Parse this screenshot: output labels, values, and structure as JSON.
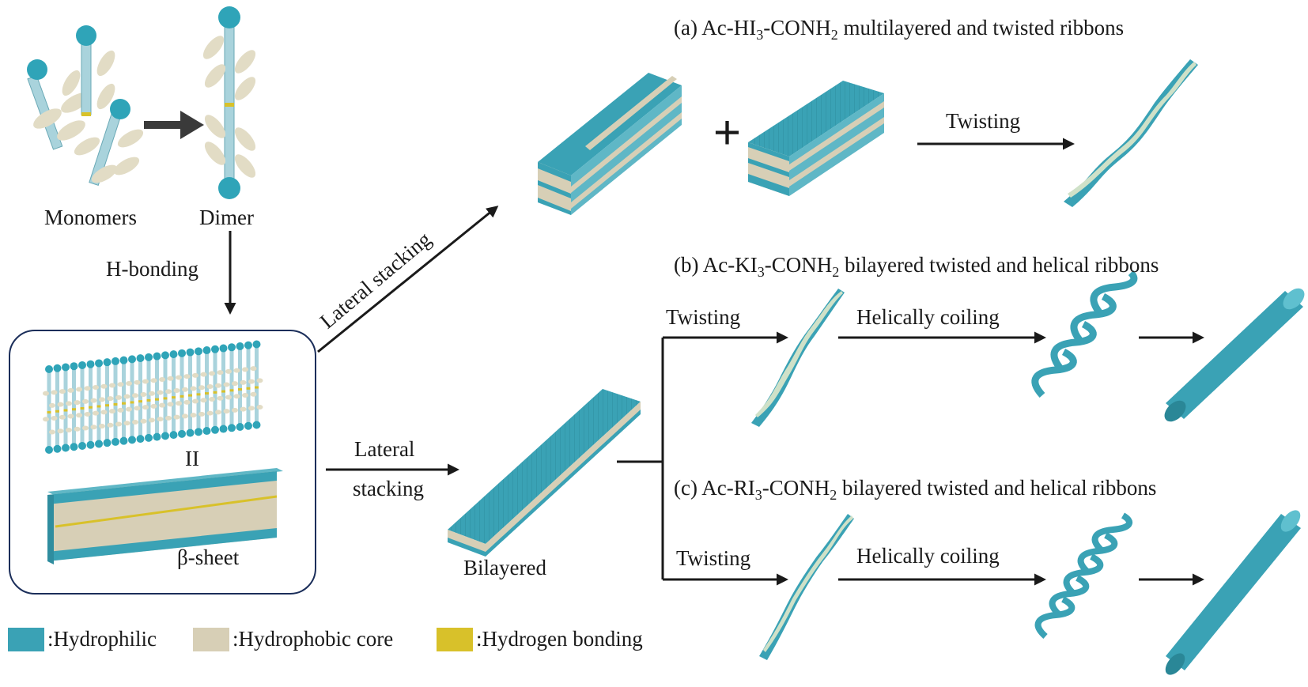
{
  "colors": {
    "hydrophilic": "#3aa2b5",
    "hydrophobic": "#d7cfb6",
    "hbond": "#d8c12a",
    "arrow": "#1a1a1a"
  },
  "titles": {
    "a": {
      "prefix": "(a) Ac-HI",
      "sub1": "3",
      "mid": "-CONH",
      "sub2": "2",
      "suffix": " multilayered and twisted ribbons"
    },
    "b": {
      "prefix": "(b) Ac-KI",
      "sub1": "3",
      "mid": "-CONH",
      "sub2": "2",
      "suffix": " bilayered twisted and helical ribbons"
    },
    "c": {
      "prefix": "(c) Ac-RI",
      "sub1": "3",
      "mid": "-CONH",
      "sub2": "2",
      "suffix": " bilayered twisted and helical ribbons"
    }
  },
  "labels": {
    "monomers": "Monomers",
    "dimer": "Dimer",
    "h_bonding": "H-bonding",
    "ii": "II",
    "beta_sheet": "β-sheet",
    "lateral_stacking_diag": "Lateral stacking",
    "lateral": "Lateral",
    "stacking": "stacking",
    "bilayered": "Bilayered",
    "twisting_a": "Twisting",
    "twisting_b": "Twisting",
    "helically_coiling_b": "Helically coiling",
    "twisting_c": "Twisting",
    "helically_coiling_c": "Helically coiling",
    "plus": "+"
  },
  "legend": [
    {
      "label": ":Hydrophilic",
      "color": "#3aa2b5"
    },
    {
      "label": ":Hydrophobic core",
      "color": "#d7cfb6"
    },
    {
      "label": ":Hydrogen bonding",
      "color": "#d8c12a"
    }
  ]
}
